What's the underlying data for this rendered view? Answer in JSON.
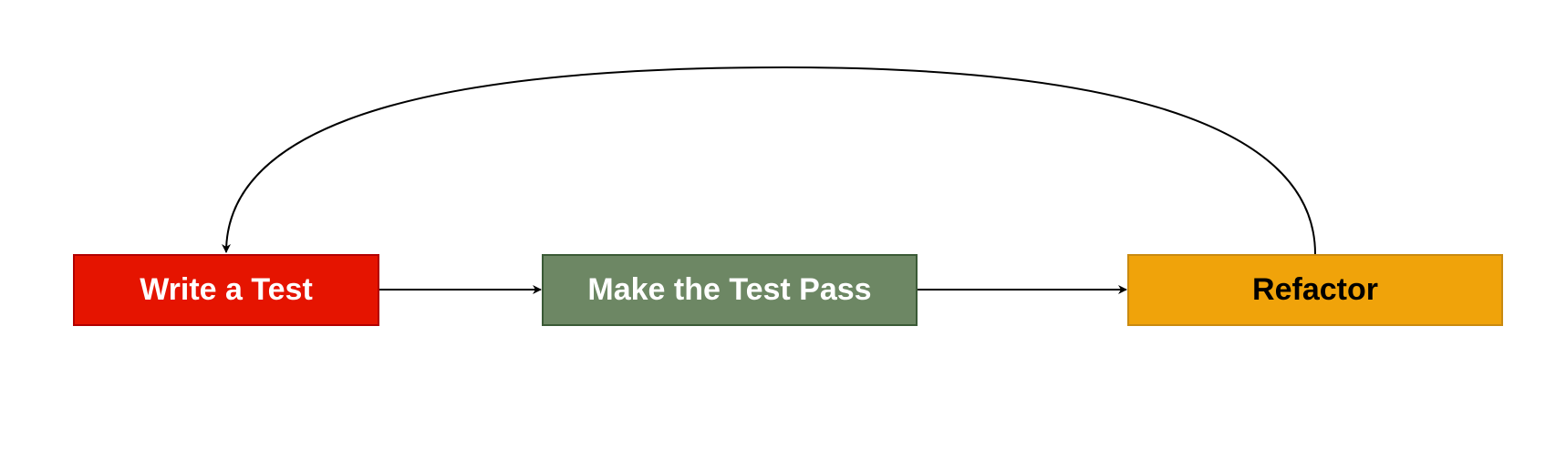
{
  "diagram": {
    "nodes": [
      {
        "id": "write",
        "label": "Write a Test",
        "fill": "#e51400",
        "text_color": "#ffffff"
      },
      {
        "id": "pass",
        "label": "Make the Test Pass",
        "fill": "#6d8764",
        "text_color": "#ffffff"
      },
      {
        "id": "refactor",
        "label": "Refactor",
        "fill": "#f0a30a",
        "text_color": "#000000"
      }
    ],
    "edges": [
      {
        "from": "write",
        "to": "pass"
      },
      {
        "from": "pass",
        "to": "refactor"
      },
      {
        "from": "refactor",
        "to": "write"
      }
    ],
    "edge_color": "#000000"
  }
}
